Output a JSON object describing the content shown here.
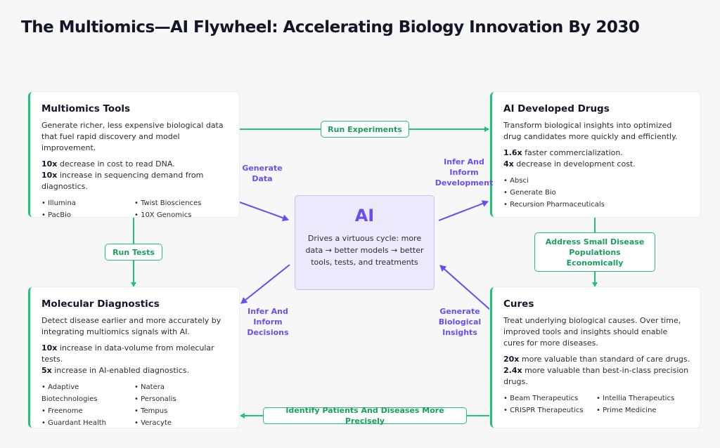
{
  "title": "The Multiomics—AI Flywheel: Accelerating Biology Innovation By 2030",
  "colors": {
    "green": "#22c27a",
    "purple": "#6b4cf2",
    "ai_bg": "#ece9fd"
  },
  "center": {
    "title": "AI",
    "description": "Drives a virtuous cycle: more data → better models → better tools, tests, and treatments"
  },
  "cards": {
    "multiomics": {
      "title": "Multiomics Tools",
      "description": "Generate richer, less expensive biological data that fuel rapid discovery and model improvement.",
      "stats": [
        {
          "value": "10x",
          "text": " decrease in cost to read DNA."
        },
        {
          "value": "10x",
          "text": " increase in sequencing demand from diagnostics."
        }
      ],
      "companies": [
        "Illumina",
        "Twist Biosciences",
        "PacBio",
        "10X Genomics"
      ]
    },
    "drugs": {
      "title": "AI Developed Drugs",
      "description": "Transform biological insights into optimized drug candidates more quickly and efficiently.",
      "stats": [
        {
          "value": "1.6x",
          "text": " faster commercialization."
        },
        {
          "value": "4x",
          "text": " decrease in development cost."
        }
      ],
      "companies": [
        "Absci",
        "Generate Bio",
        "Recursion Pharmaceuticals"
      ]
    },
    "diagnostics": {
      "title": "Molecular Diagnostics",
      "description": "Detect disease earlier and more accurately by integrating multiomics signals with AI.",
      "stats": [
        {
          "value": "10x",
          "text": " increase in data-volume from molecular tests."
        },
        {
          "value": "5x",
          "text": " increase in AI-enabled diagnostics."
        }
      ],
      "companies": [
        "Adaptive Biotechnologies",
        "Natera",
        "Personalis",
        "Freenome",
        "Tempus",
        "Guardant Health",
        "Veracyte"
      ]
    },
    "cures": {
      "title": "Cures",
      "description": "Treat underlying biological causes. Over time, improved tools and insights should enable cures for more diseases.",
      "stats": [
        {
          "value": "20x",
          "text": " more valuable than standard of care drugs."
        },
        {
          "value": "2.4x",
          "text": " more valuable than best-in-class precision drugs."
        }
      ],
      "companies": [
        "Beam Therapeutics",
        "Intellia Therapeutics",
        "CRISPR Therapeutics",
        "Prime Medicine"
      ]
    }
  },
  "edges": {
    "run_experiments": "Run Experiments",
    "run_tests": "Run Tests",
    "address_small": "Address Small Disease Populations Economically",
    "identify_patients": "Identify Patients And Diseases More Precisely"
  },
  "ai_edges": {
    "generate_data": "Generate Data",
    "infer_development": "Infer And Inform Development",
    "infer_decisions": "Infer And Inform Decisions",
    "generate_insights": "Generate Biological Insights"
  }
}
